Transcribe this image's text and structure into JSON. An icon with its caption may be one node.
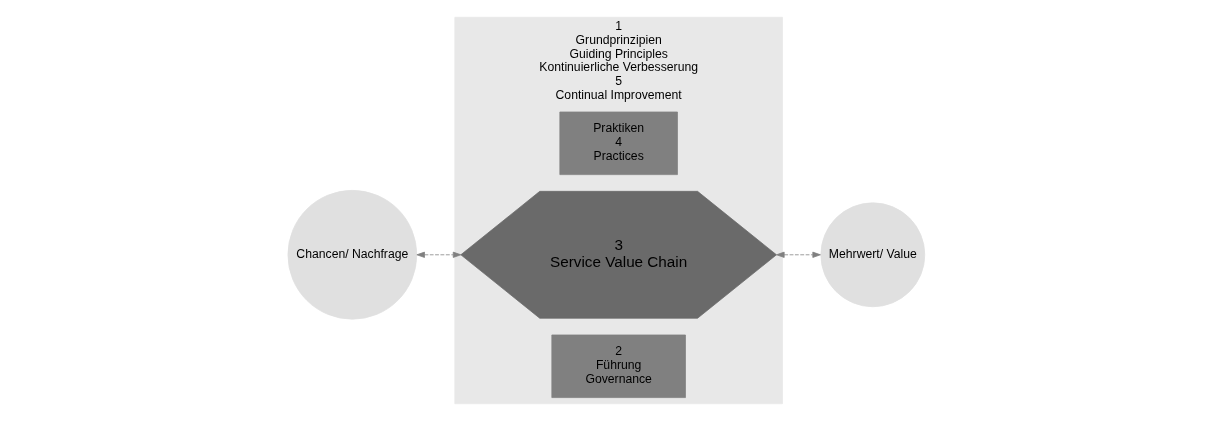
{
  "diagram": {
    "nodes": [
      {
        "text": [
          "Chancen/ Nachfrage"
        ]
      },
      {
        "text": [
          "1",
          "Grundprinzipien",
          "Guiding Principles",
          "Kontinuierliche Verbesserung",
          "5",
          "Continual Improvement"
        ]
      },
      {
        "text": [
          "2",
          "Führung",
          "Governance"
        ],
        "in": 1
      },
      {
        "text": [
          "3",
          "Service Value Chain"
        ],
        "in": 1
      },
      {
        "text": [
          "Praktiken",
          "4",
          "Practices"
        ],
        "in": 1
      },
      {
        "text": [
          "Mehrwert/ Value"
        ]
      }
    ],
    "edges": [
      {
        "from": 0,
        "to": 3,
        "arrow": "both",
        "style": "dashed"
      },
      {
        "from": 3,
        "to": 5,
        "arrow": "both",
        "style": "dashed"
      }
    ]
  }
}
